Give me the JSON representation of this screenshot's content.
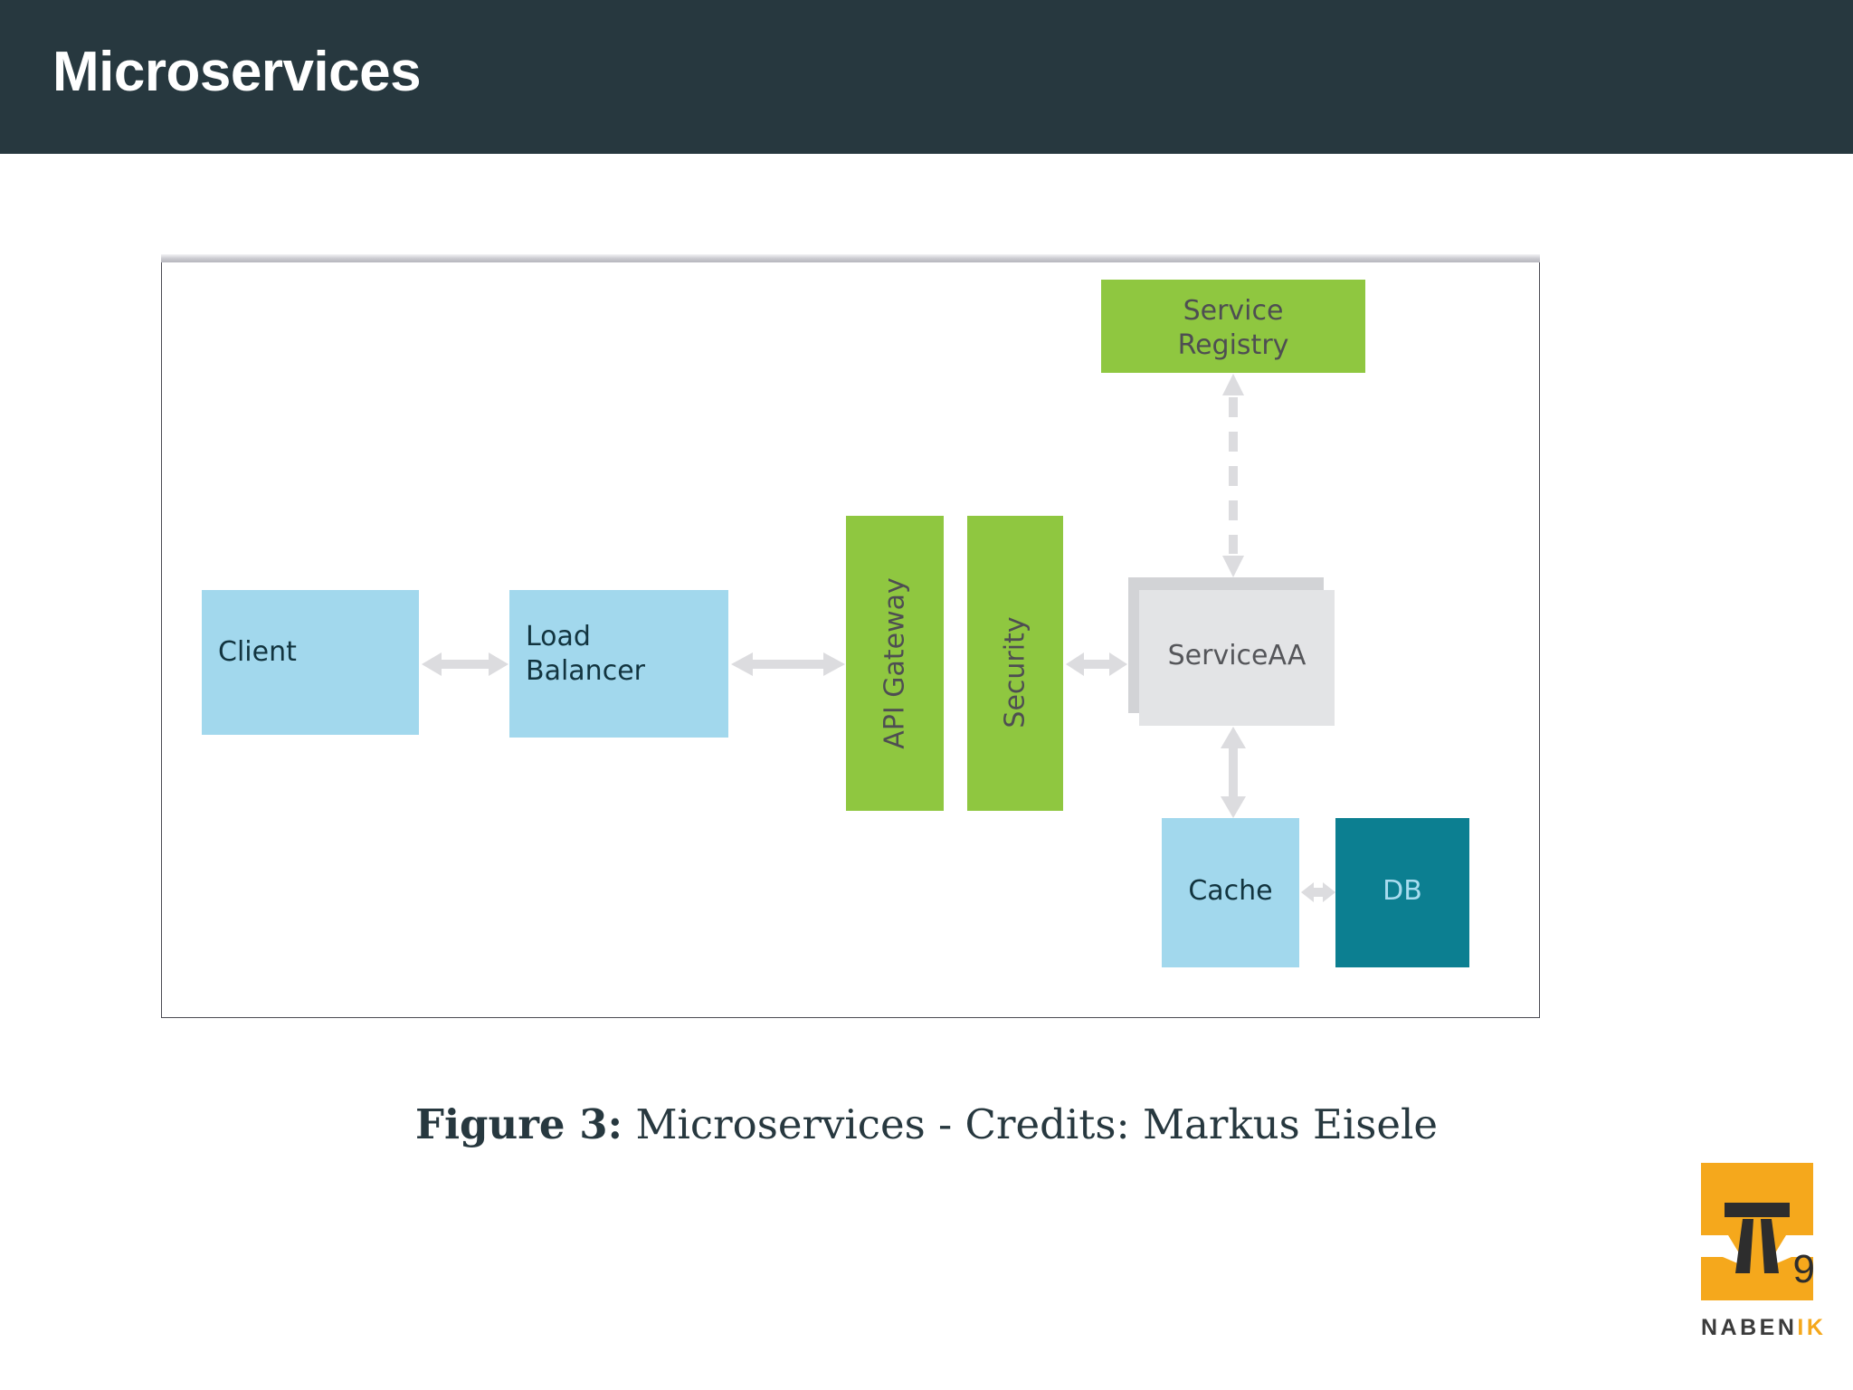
{
  "slide": {
    "title": "Microservices",
    "page_number": "9"
  },
  "colors": {
    "header_bar": "#27383f",
    "box_blue": "#a2d8ed",
    "box_green": "#8fc740",
    "box_gray": "#e3e4e6",
    "box_teal": "#0c7f91",
    "arrow_gray": "#dcdcdf",
    "logo_orange": "#f5a81c",
    "text_dark": "#12343f"
  },
  "diagram": {
    "nodes": [
      {
        "id": "client",
        "label": "Client",
        "type": "blue",
        "orientation": "horizontal"
      },
      {
        "id": "load-balancer",
        "label": "Load\nBalancer",
        "type": "blue",
        "orientation": "horizontal"
      },
      {
        "id": "api-gateway",
        "label": "API Gateway",
        "type": "green",
        "orientation": "vertical"
      },
      {
        "id": "security",
        "label": "Security",
        "type": "green",
        "orientation": "vertical"
      },
      {
        "id": "service-registry",
        "label": "Service\nRegistry",
        "type": "green",
        "orientation": "horizontal"
      },
      {
        "id": "serviceaa",
        "label": "ServiceAA",
        "type": "gray",
        "orientation": "horizontal"
      },
      {
        "id": "cache",
        "label": "Cache",
        "type": "blue",
        "orientation": "horizontal"
      },
      {
        "id": "db",
        "label": "DB",
        "type": "teal",
        "orientation": "horizontal"
      }
    ],
    "arrows": [
      {
        "id": "client-lb",
        "from": "client",
        "to": "load-balancer",
        "style": "solid",
        "heads": "both",
        "direction": "horizontal"
      },
      {
        "id": "lb-gateway",
        "from": "load-balancer",
        "to": "api-gateway",
        "style": "solid",
        "heads": "both",
        "direction": "horizontal"
      },
      {
        "id": "security-svc",
        "from": "security",
        "to": "serviceaa",
        "style": "solid",
        "heads": "both",
        "direction": "horizontal"
      },
      {
        "id": "registry-svc",
        "from": "service-registry",
        "to": "serviceaa",
        "style": "dashed",
        "heads": "both",
        "direction": "vertical"
      },
      {
        "id": "svc-cache",
        "from": "serviceaa",
        "to": "cache",
        "style": "solid",
        "heads": "both",
        "direction": "vertical"
      },
      {
        "id": "cache-db",
        "from": "cache",
        "to": "db",
        "style": "solid",
        "heads": "both",
        "direction": "horizontal"
      }
    ]
  },
  "caption": {
    "prefix": "Figure 3:",
    "text": " Microservices - Credits: Markus Eisele"
  },
  "logo": {
    "wordmark_primary": "NABEN",
    "wordmark_accent": "IK",
    "icon_name": "motorway-bridge-icon"
  }
}
